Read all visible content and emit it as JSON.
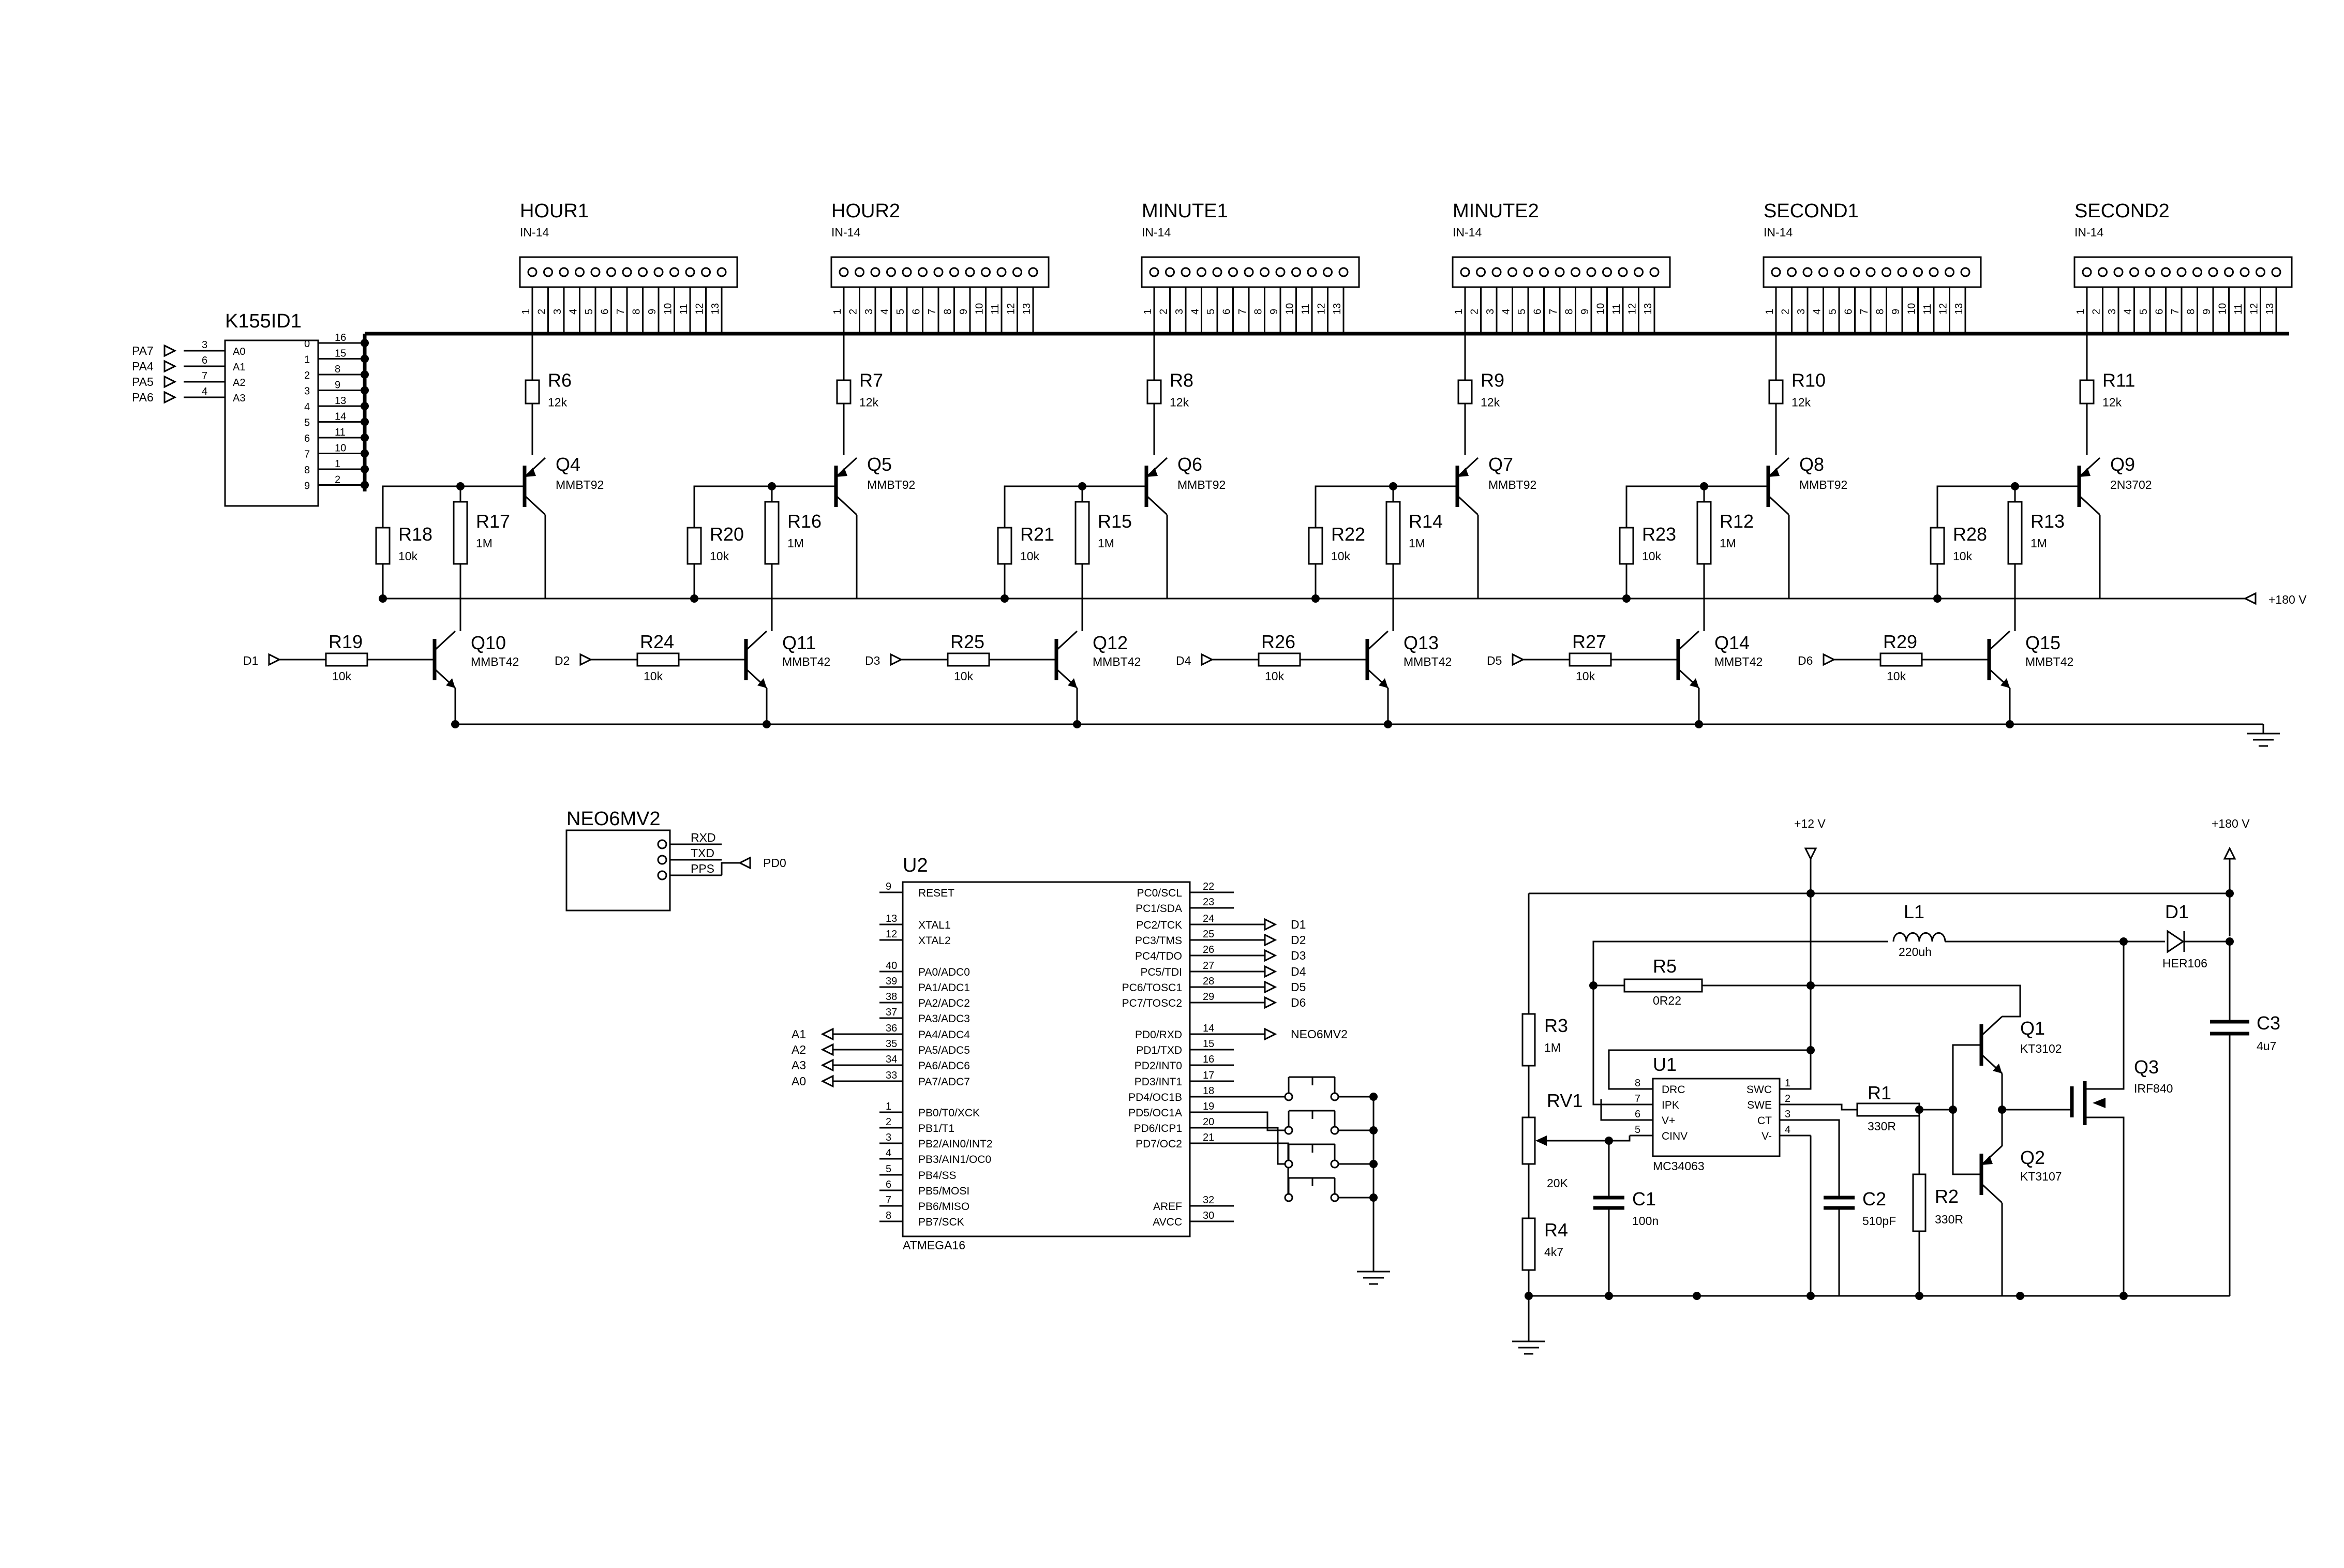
{
  "colors": {
    "ink": "#000000",
    "paper": "#ffffff"
  },
  "tubes": [
    {
      "ref": "HOUR1",
      "part": "IN-14",
      "pins": [
        "1",
        "2",
        "3",
        "4",
        "5",
        "6",
        "7",
        "8",
        "9",
        "10",
        "11",
        "12",
        "13"
      ]
    },
    {
      "ref": "HOUR2",
      "part": "IN-14",
      "pins": [
        "1",
        "2",
        "3",
        "4",
        "5",
        "6",
        "7",
        "8",
        "9",
        "10",
        "11",
        "12",
        "13"
      ]
    },
    {
      "ref": "MINUTE1",
      "part": "IN-14",
      "pins": [
        "1",
        "2",
        "3",
        "4",
        "5",
        "6",
        "7",
        "8",
        "9",
        "10",
        "11",
        "12",
        "13"
      ]
    },
    {
      "ref": "MINUTE2",
      "part": "IN-14",
      "pins": [
        "1",
        "2",
        "3",
        "4",
        "5",
        "6",
        "7",
        "8",
        "9",
        "10",
        "11",
        "12",
        "13"
      ]
    },
    {
      "ref": "SECOND1",
      "part": "IN-14",
      "pins": [
        "1",
        "2",
        "3",
        "4",
        "5",
        "6",
        "7",
        "8",
        "9",
        "10",
        "11",
        "12",
        "13"
      ]
    },
    {
      "ref": "SECOND2",
      "part": "IN-14",
      "pins": [
        "1",
        "2",
        "3",
        "4",
        "5",
        "6",
        "7",
        "8",
        "9",
        "10",
        "11",
        "12",
        "13"
      ]
    }
  ],
  "stages": [
    {
      "anode_r": "R6",
      "anode_r_val": "12k",
      "pnp": "Q4",
      "pnp_part": "MMBT92",
      "bias_r": "R18",
      "bias_r_val": "10k",
      "base_r": "R17",
      "base_r_val": "1M",
      "npn": "Q10",
      "npn_part": "MMBT42",
      "in_r": "R19",
      "in_r_val": "10k",
      "input": "D1"
    },
    {
      "anode_r": "R7",
      "anode_r_val": "12k",
      "pnp": "Q5",
      "pnp_part": "MMBT92",
      "bias_r": "R20",
      "bias_r_val": "10k",
      "base_r": "R16",
      "base_r_val": "1M",
      "npn": "Q11",
      "npn_part": "MMBT42",
      "in_r": "R24",
      "in_r_val": "10k",
      "input": "D2"
    },
    {
      "anode_r": "R8",
      "anode_r_val": "12k",
      "pnp": "Q6",
      "pnp_part": "MMBT92",
      "bias_r": "R21",
      "bias_r_val": "10k",
      "base_r": "R15",
      "base_r_val": "1M",
      "npn": "Q12",
      "npn_part": "MMBT42",
      "in_r": "R25",
      "in_r_val": "10k",
      "input": "D3"
    },
    {
      "anode_r": "R9",
      "anode_r_val": "12k",
      "pnp": "Q7",
      "pnp_part": "MMBT92",
      "bias_r": "R22",
      "bias_r_val": "10k",
      "base_r": "R14",
      "base_r_val": "1M",
      "npn": "Q13",
      "npn_part": "MMBT42",
      "in_r": "R26",
      "in_r_val": "10k",
      "input": "D4"
    },
    {
      "anode_r": "R10",
      "anode_r_val": "12k",
      "pnp": "Q8",
      "pnp_part": "MMBT92",
      "bias_r": "R23",
      "bias_r_val": "10k",
      "base_r": "R12",
      "base_r_val": "1M",
      "npn": "Q14",
      "npn_part": "MMBT42",
      "in_r": "R27",
      "in_r_val": "10k",
      "input": "D5"
    },
    {
      "anode_r": "R11",
      "anode_r_val": "12k",
      "pnp": "Q9",
      "pnp_part": "2N3702",
      "bias_r": "R28",
      "bias_r_val": "10k",
      "base_r": "R13",
      "base_r_val": "1M",
      "npn": "Q15",
      "npn_part": "MMBT42",
      "in_r": "R29",
      "in_r_val": "10k",
      "input": "D6"
    }
  ],
  "rail_top": "+180 V",
  "decoder": {
    "ref": "K155ID1",
    "inputs": [
      {
        "net": "PA7",
        "pin": "3",
        "name": "A0"
      },
      {
        "net": "PA4",
        "pin": "6",
        "name": "A1"
      },
      {
        "net": "PA5",
        "pin": "7",
        "name": "A2"
      },
      {
        "net": "PA6",
        "pin": "4",
        "name": "A3"
      }
    ],
    "outputs": [
      {
        "name": "0",
        "pin": "16"
      },
      {
        "name": "1",
        "pin": "15"
      },
      {
        "name": "2",
        "pin": "8"
      },
      {
        "name": "3",
        "pin": "9"
      },
      {
        "name": "4",
        "pin": "13"
      },
      {
        "name": "5",
        "pin": "14"
      },
      {
        "name": "6",
        "pin": "11"
      },
      {
        "name": "7",
        "pin": "10"
      },
      {
        "name": "8",
        "pin": "1"
      },
      {
        "name": "9",
        "pin": "2"
      }
    ]
  },
  "gps": {
    "ref": "NEO6MV2",
    "pins": [
      "RXD",
      "TXD",
      "PPS"
    ],
    "pps_net": "PD0"
  },
  "mcu": {
    "ref": "U2",
    "part": "ATMEGA16",
    "left": [
      {
        "pin": "9",
        "name": "RESET",
        "net": ""
      },
      {
        "pin": "13",
        "name": "XTAL1",
        "net": ""
      },
      {
        "pin": "12",
        "name": "XTAL2",
        "net": ""
      },
      {
        "pin": "40",
        "name": "PA0/ADC0",
        "net": ""
      },
      {
        "pin": "39",
        "name": "PA1/ADC1",
        "net": ""
      },
      {
        "pin": "38",
        "name": "PA2/ADC2",
        "net": ""
      },
      {
        "pin": "37",
        "name": "PA3/ADC3",
        "net": ""
      },
      {
        "pin": "36",
        "name": "PA4/ADC4",
        "net": "A1"
      },
      {
        "pin": "35",
        "name": "PA5/ADC5",
        "net": "A2"
      },
      {
        "pin": "34",
        "name": "PA6/ADC6",
        "net": "A3"
      },
      {
        "pin": "33",
        "name": "PA7/ADC7",
        "net": "A0"
      },
      {
        "pin": "1",
        "name": "PB0/T0/XCK",
        "net": ""
      },
      {
        "pin": "2",
        "name": "PB1/T1",
        "net": ""
      },
      {
        "pin": "3",
        "name": "PB2/AIN0/INT2",
        "net": ""
      },
      {
        "pin": "4",
        "name": "PB3/AIN1/OC0",
        "net": ""
      },
      {
        "pin": "5",
        "name": "PB4/SS",
        "net": ""
      },
      {
        "pin": "6",
        "name": "PB5/MOSI",
        "net": ""
      },
      {
        "pin": "7",
        "name": "PB6/MISO",
        "net": ""
      },
      {
        "pin": "8",
        "name": "PB7/SCK",
        "net": ""
      }
    ],
    "right": [
      {
        "pin": "22",
        "name": "PC0/SCL",
        "net": ""
      },
      {
        "pin": "23",
        "name": "PC1/SDA",
        "net": ""
      },
      {
        "pin": "24",
        "name": "PC2/TCK",
        "net": "D1"
      },
      {
        "pin": "25",
        "name": "PC3/TMS",
        "net": "D2"
      },
      {
        "pin": "26",
        "name": "PC4/TDO",
        "net": "D3"
      },
      {
        "pin": "27",
        "name": "PC5/TDI",
        "net": "D4"
      },
      {
        "pin": "28",
        "name": "PC6/TOSC1",
        "net": "D5"
      },
      {
        "pin": "29",
        "name": "PC7/TOSC2",
        "net": "D6"
      },
      {
        "pin": "14",
        "name": "PD0/RXD",
        "net": "NEO6MV2"
      },
      {
        "pin": "15",
        "name": "PD1/TXD",
        "net": ""
      },
      {
        "pin": "16",
        "name": "PD2/INT0",
        "net": ""
      },
      {
        "pin": "17",
        "name": "PD3/INT1",
        "net": ""
      },
      {
        "pin": "18",
        "name": "PD4/OC1B",
        "net": ""
      },
      {
        "pin": "19",
        "name": "PD5/OC1A",
        "net": ""
      },
      {
        "pin": "20",
        "name": "PD6/ICP1",
        "net": ""
      },
      {
        "pin": "21",
        "name": "PD7/OC2",
        "net": ""
      },
      {
        "pin": "32",
        "name": "AREF",
        "net": ""
      },
      {
        "pin": "30",
        "name": "AVCC",
        "net": ""
      }
    ]
  },
  "psu": {
    "vin": "+12 V",
    "vout": "+180 V",
    "u1": {
      "ref": "U1",
      "part": "MC34063",
      "left": [
        {
          "pin": "8",
          "name": "DRC"
        },
        {
          "pin": "7",
          "name": "IPK"
        },
        {
          "pin": "6",
          "name": "V+"
        },
        {
          "pin": "5",
          "name": "CINV"
        }
      ],
      "right": [
        {
          "pin": "1",
          "name": "SWC"
        },
        {
          "pin": "2",
          "name": "SWE"
        },
        {
          "pin": "3",
          "name": "CT"
        },
        {
          "pin": "4",
          "name": "V-"
        }
      ]
    },
    "l1": {
      "ref": "L1",
      "val": "220uh"
    },
    "d1": {
      "ref": "D1",
      "val": "HER106"
    },
    "r5": {
      "ref": "R5",
      "val": "0R22"
    },
    "r3": {
      "ref": "R3",
      "val": "1M"
    },
    "rv1": {
      "ref": "RV1",
      "val": "20K"
    },
    "r4": {
      "ref": "R4",
      "val": "4k7"
    },
    "c1": {
      "ref": "C1",
      "val": "100n"
    },
    "r1": {
      "ref": "R1",
      "val": "330R"
    },
    "c2": {
      "ref": "C2",
      "val": "510pF"
    },
    "r2": {
      "ref": "R2",
      "val": "330R"
    },
    "q1": {
      "ref": "Q1",
      "val": "KT3102"
    },
    "q2": {
      "ref": "Q2",
      "val": "KT3107"
    },
    "q3": {
      "ref": "Q3",
      "val": "IRF840"
    },
    "c3": {
      "ref": "C3",
      "val": "4u7"
    }
  }
}
